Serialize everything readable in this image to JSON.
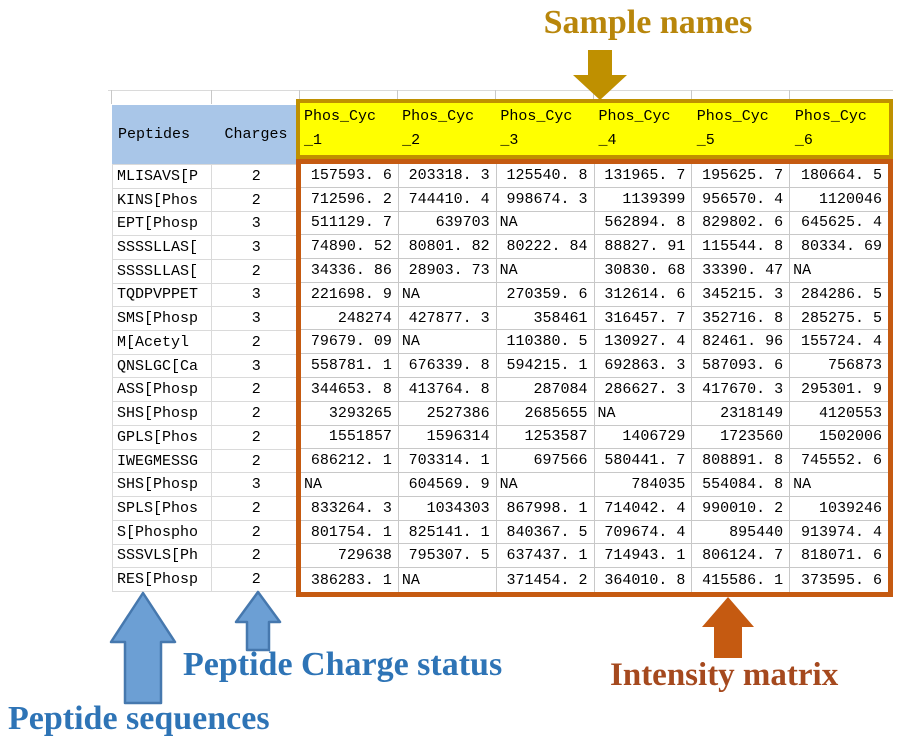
{
  "annotations": {
    "sample_names_label": "Sample names",
    "peptide_sequences_label": "Peptide sequences",
    "peptide_charge_label": "Peptide Charge status",
    "intensity_matrix_label": "Intensity matrix"
  },
  "colors": {
    "gold": "#BF9000",
    "gold_text": "#B8860B",
    "yellow": "#FFFF00",
    "header_blue": "#A9C6E8",
    "orange": "#C55A11",
    "brown_text": "#A5491E",
    "blue_text": "#2E74B6",
    "blue_arrow_fill": "#6C9FD4",
    "blue_arrow_stroke": "#4678AE",
    "grid": "#C8C8C8",
    "grid_light": "#DADADA"
  },
  "table": {
    "peptides_header": "Peptides",
    "charges_header": "Charges",
    "sample_columns": [
      {
        "line1": "Phos_Cyc",
        "line2": "_1"
      },
      {
        "line1": "Phos_Cyc",
        "line2": "_2"
      },
      {
        "line1": "Phos_Cyc",
        "line2": "_3"
      },
      {
        "line1": "Phos_Cyc",
        "line2": "_4"
      },
      {
        "line1": "Phos_Cyc",
        "line2": "_5"
      },
      {
        "line1": "Phos_Cyc",
        "line2": "_6"
      }
    ],
    "rows": [
      {
        "peptide": "MLISAVS[P",
        "charge": "2",
        "values": [
          "157593.6",
          "203318.3",
          "125540.8",
          "131965.7",
          "195625.7",
          "180664.5"
        ]
      },
      {
        "peptide": "KINS[Phos",
        "charge": "2",
        "values": [
          "712596.2",
          "744410.4",
          "998674.3",
          "1139399",
          "956570.4",
          "1120046"
        ]
      },
      {
        "peptide": "EPT[Phosp",
        "charge": "3",
        "values": [
          "511129.7",
          "639703",
          "NA",
          "562894.8",
          "829802.6",
          "645625.4"
        ]
      },
      {
        "peptide": "SSSSLLAS[",
        "charge": "3",
        "values": [
          "74890.52",
          "80801.82",
          "80222.84",
          "88827.91",
          "115544.8",
          "80334.69"
        ]
      },
      {
        "peptide": "SSSSLLAS[",
        "charge": "2",
        "values": [
          "34336.86",
          "28903.73",
          "NA",
          "30830.68",
          "33390.47",
          "NA"
        ]
      },
      {
        "peptide": "TQDPVPPET",
        "charge": "3",
        "values": [
          "221698.9",
          "NA",
          "270359.6",
          "312614.6",
          "345215.3",
          "284286.5"
        ]
      },
      {
        "peptide": "SMS[Phosp",
        "charge": "3",
        "values": [
          "248274",
          "427877.3",
          "358461",
          "316457.7",
          "352716.8",
          "285275.5"
        ]
      },
      {
        "peptide": "M[Acetyl",
        "charge": "2",
        "values": [
          "79679.09",
          "NA",
          "110380.5",
          "130927.4",
          "82461.96",
          "155724.4"
        ]
      },
      {
        "peptide": "QNSLGC[Ca",
        "charge": "3",
        "values": [
          "558781.1",
          "676339.8",
          "594215.1",
          "692863.3",
          "587093.6",
          "756873"
        ]
      },
      {
        "peptide": "ASS[Phosp",
        "charge": "2",
        "values": [
          "344653.8",
          "413764.8",
          "287084",
          "286627.3",
          "417670.3",
          "295301.9"
        ]
      },
      {
        "peptide": "SHS[Phosp",
        "charge": "2",
        "values": [
          "3293265",
          "2527386",
          "2685655",
          "NA",
          "2318149",
          "4120553"
        ]
      },
      {
        "peptide": "GPLS[Phos",
        "charge": "2",
        "values": [
          "1551857",
          "1596314",
          "1253587",
          "1406729",
          "1723560",
          "1502006"
        ]
      },
      {
        "peptide": "IWEGMESSG",
        "charge": "2",
        "values": [
          "686212.1",
          "703314.1",
          "697566",
          "580441.7",
          "808891.8",
          "745552.6"
        ]
      },
      {
        "peptide": "SHS[Phosp",
        "charge": "3",
        "values": [
          "NA",
          "604569.9",
          "NA",
          "784035",
          "554084.8",
          "NA"
        ]
      },
      {
        "peptide": "SPLS[Phos",
        "charge": "2",
        "values": [
          "833264.3",
          "1034303",
          "867998.1",
          "714042.4",
          "990010.2",
          "1039246"
        ]
      },
      {
        "peptide": "S[Phospho",
        "charge": "2",
        "values": [
          "801754.1",
          "825141.1",
          "840367.5",
          "709674.4",
          "895440",
          "913974.4"
        ]
      },
      {
        "peptide": "SSSVLS[Ph",
        "charge": "2",
        "values": [
          "729638",
          "795307.5",
          "637437.1",
          "714943.1",
          "806124.7",
          "818071.6"
        ]
      },
      {
        "peptide": "RES[Phosp",
        "charge": "2",
        "values": [
          "386283.1",
          "NA",
          "371454.2",
          "364010.8",
          "415586.1",
          "373595.6"
        ]
      }
    ]
  }
}
